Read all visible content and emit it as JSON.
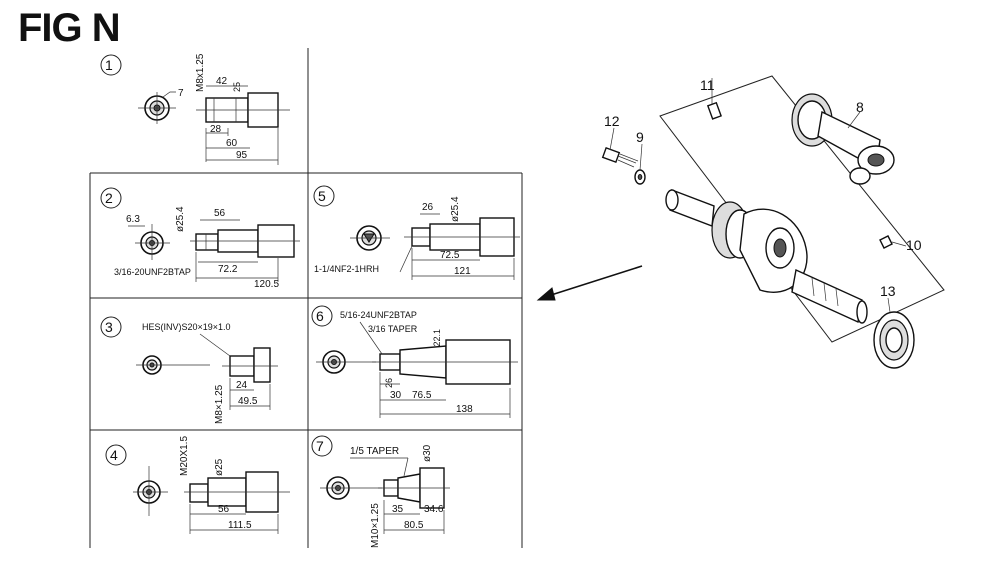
{
  "figure": {
    "title": "FIG N"
  },
  "panels": [
    {
      "id": "1",
      "dims": [
        "M8x1.25",
        "42",
        "7",
        "25",
        "28",
        "60",
        "95"
      ]
    },
    {
      "id": "2",
      "dims": [
        "6.3",
        "ø25.4",
        "56",
        "3/16-20UNF2BTAP",
        "72.2",
        "120.5"
      ]
    },
    {
      "id": "3",
      "dims": [
        "HES(INV)S20×19×1.0",
        "M8×1.25",
        "24",
        "49.5"
      ]
    },
    {
      "id": "4",
      "dims": [
        "M20X1.5",
        "ø25",
        "56",
        "111.5"
      ]
    },
    {
      "id": "5",
      "dims": [
        "26",
        "ø25.4",
        "1-1/4NF2-1HRH",
        "72.5",
        "121"
      ]
    },
    {
      "id": "6",
      "dims": [
        "5/16-24UNF2BTAP",
        "3/16 TAPER",
        "ø22.1",
        "26",
        "30",
        "76.5",
        "138"
      ]
    },
    {
      "id": "7",
      "dims": [
        "1/5 TAPER",
        "ø30",
        "M10×1.25",
        "35",
        "34.6",
        "80.5"
      ]
    }
  ],
  "callouts": [
    "11",
    "8",
    "12",
    "9",
    "10",
    "13"
  ]
}
